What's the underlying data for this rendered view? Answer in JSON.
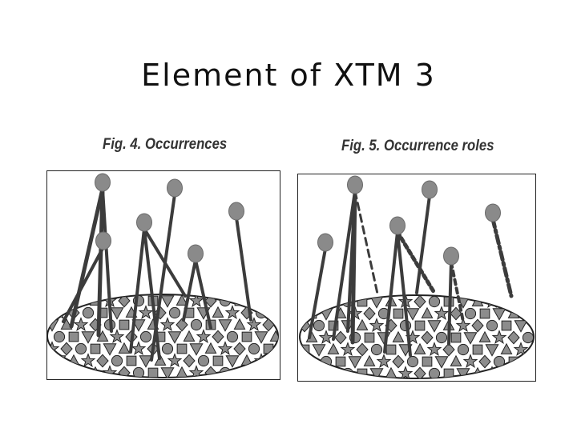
{
  "slide": {
    "title": "Element of XTM 3"
  },
  "figures": [
    {
      "caption": "Fig. 4. Occurrences"
    },
    {
      "caption": "Fig. 5. Occurrence roles"
    }
  ],
  "colors": {
    "node": "#8a8a8a",
    "stroke": "#3c3c3c",
    "shape_fill": "#8c8c8c",
    "outline": "#222222"
  }
}
